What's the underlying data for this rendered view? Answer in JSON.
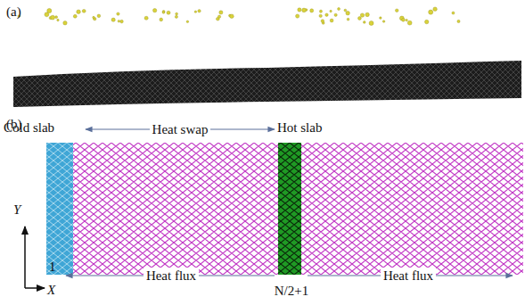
{
  "diagram": {
    "nodes": [
      {
        "text": [
          "Cold slab"
        ]
      },
      {
        "text": [
          "Hot slab"
        ]
      }
    ],
    "edges": [
      {
        "from": 0,
        "to": 1,
        "label": "Heat swap",
        "arrow": "both"
      }
    ],
    "labels": [
      "(a)",
      "(b)",
      "Y",
      "X",
      "1",
      "Heat flux",
      "N/2+1",
      "Heat flux"
    ]
  }
}
